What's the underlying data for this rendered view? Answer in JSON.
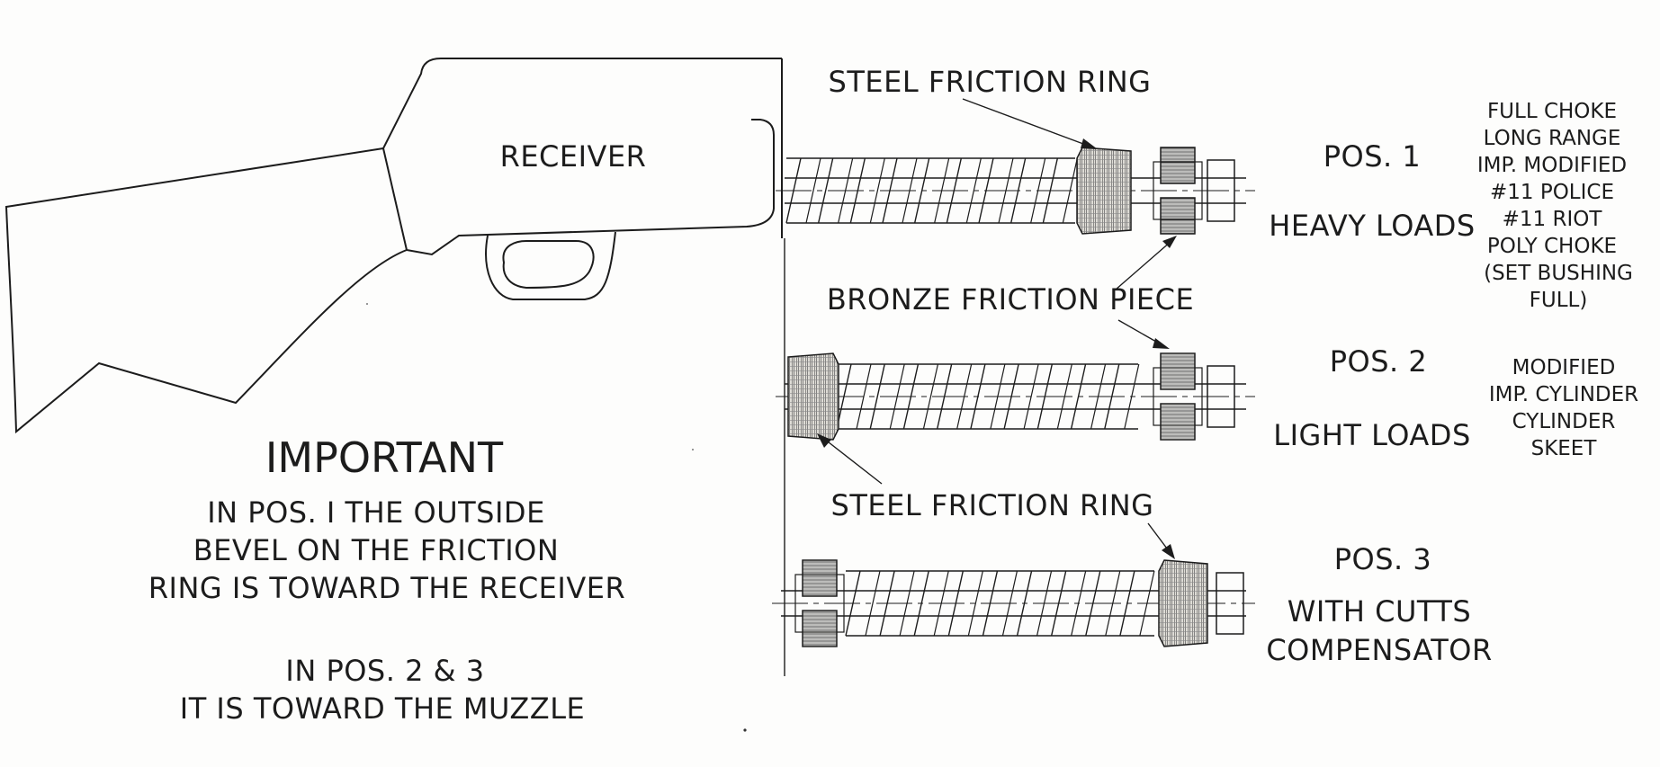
{
  "receiver": {
    "label": "RECEIVER"
  },
  "labels": {
    "steel_ring_top": "STEEL FRICTION RING",
    "bronze_piece": "BRONZE FRICTION PIECE",
    "steel_ring_bottom": "STEEL FRICTION RING"
  },
  "positions": [
    {
      "title": "POS. 1",
      "subtitle": "HEAVY LOADS",
      "chokes": [
        "FULL CHOKE",
        "LONG RANGE",
        "IMP. MODIFIED",
        "#11 POLICE",
        "#11 RIOT",
        "POLY CHOKE",
        "(SET BUSHING",
        "FULL)"
      ]
    },
    {
      "title": "POS. 2",
      "subtitle": "LIGHT LOADS",
      "chokes": [
        "MODIFIED",
        "IMP. CYLINDER",
        "CYLINDER",
        "SKEET"
      ]
    },
    {
      "title": "POS. 3",
      "subtitle_lines": [
        "WITH CUTTS",
        "COMPENSATOR"
      ]
    }
  ],
  "important": {
    "heading": "IMPORTANT",
    "lines": [
      "IN POS. I THE OUTSIDE",
      "BEVEL ON THE FRICTION",
      "RING IS TOWARD THE RECEIVER"
    ],
    "lines2": [
      "IN POS. 2 & 3",
      "IT IS TOWARD THE MUZZLE"
    ]
  }
}
